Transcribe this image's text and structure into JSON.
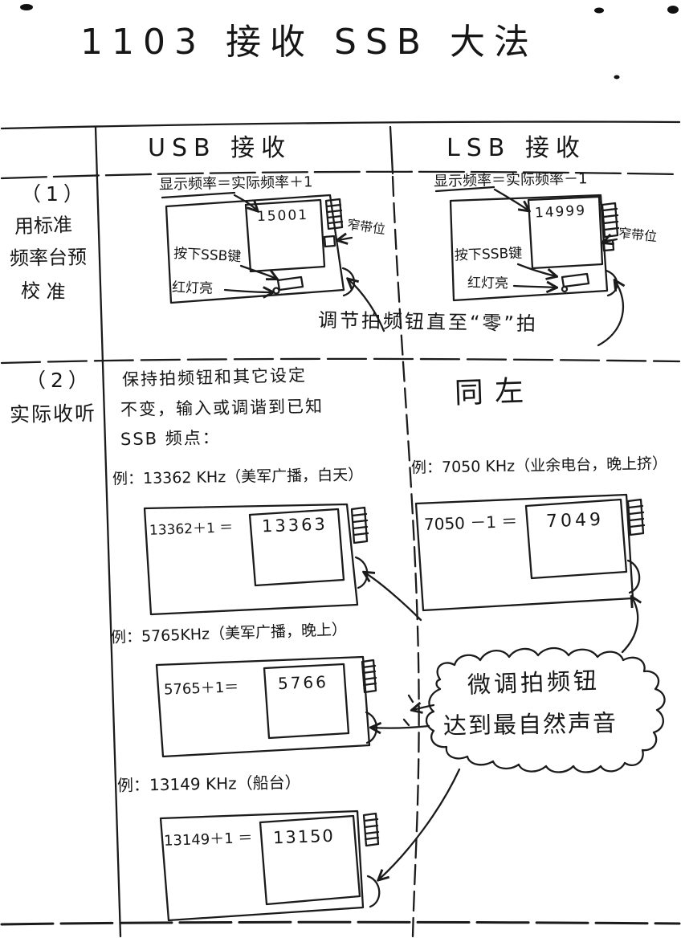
{
  "colors": {
    "ink": "#1b1b1b",
    "paper": "#ffffff"
  },
  "title": "1103 接收 SSB 大法",
  "header": {
    "usb": "USB 接收",
    "lsb": "LSB 接收"
  },
  "row1": {
    "number": "（1）",
    "label_lines": [
      "用标准",
      "频率台预",
      "校 准"
    ],
    "usb": {
      "formula": "显示频率＝实际频率＋1",
      "display": "15001",
      "press_ssb": "按下SSB键",
      "red_light": "红灯亮",
      "narrow_band": "窄带位"
    },
    "lsb": {
      "formula": "显示频率＝实际频率－1",
      "display": "14999",
      "press_ssb": "按下SSB键",
      "red_light": "红灯亮",
      "narrow_band": "窄带位"
    },
    "zero_beat_note": "调节拍频钮直至“零”拍"
  },
  "row2": {
    "number": "（2）",
    "label": "实际收听",
    "instruction_lines": [
      "保持拍频钮和其它设定",
      "不变，输入或调谐到已知",
      "SSB 频点："
    ],
    "same_as_left": "同左",
    "examples": {
      "usb1": {
        "label": "例：13362 KHz（美军广播，白天）",
        "equation": "13362＋1 ＝",
        "display": "13363"
      },
      "lsb1": {
        "label": "例：7050 KHz（业余电台，晚上挤）",
        "equation": "7050 －1 ＝",
        "display": "7049"
      },
      "usb2": {
        "label": "例：5765KHz（美军广播，晚上）",
        "equation": "5765＋1＝",
        "display": "5766"
      },
      "usb3": {
        "label": "例：13149 KHz（船台）",
        "equation": "13149＋1 ＝",
        "display": "13150"
      }
    },
    "cloud_lines": [
      "微调拍频钮",
      "达到最自然声音"
    ]
  }
}
